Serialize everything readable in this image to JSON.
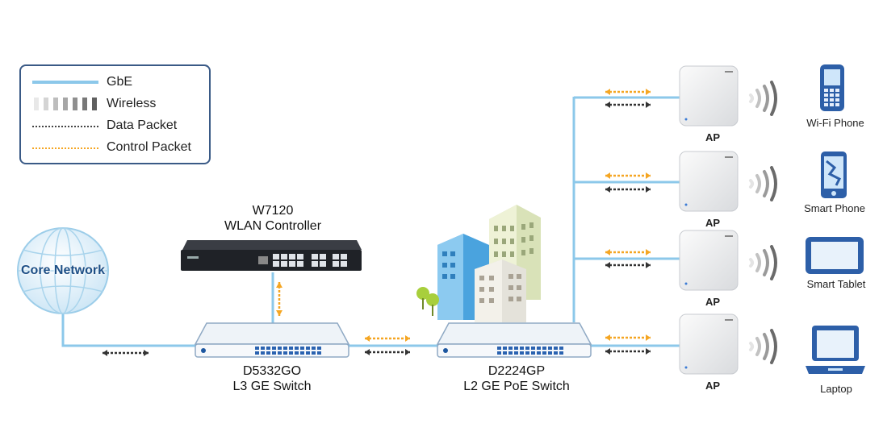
{
  "legend": {
    "items": [
      {
        "label": "GbE"
      },
      {
        "label": "Wireless"
      },
      {
        "label": "Data Packet"
      },
      {
        "label": "Control Packet"
      }
    ]
  },
  "colors": {
    "gbe": "#8cc8ea",
    "control_packet": "#f5a623",
    "data_packet": "#333333",
    "legend_border": "#3a5a86"
  },
  "core_network": {
    "label": "Core Network"
  },
  "controller": {
    "model": "W7120",
    "role": "WLAN Controller"
  },
  "l3_switch": {
    "model": "D5332GO",
    "role": "L3 GE  Switch"
  },
  "l2_switch": {
    "model": "D2224GP",
    "role": "L2 GE  PoE Switch"
  },
  "aps": [
    {
      "label": "AP"
    },
    {
      "label": "AP"
    },
    {
      "label": "AP"
    },
    {
      "label": "AP"
    }
  ],
  "clients": [
    {
      "label": "Wi-Fi Phone",
      "icon": "wifi-phone-icon"
    },
    {
      "label": "Smart Phone",
      "icon": "smart-phone-icon"
    },
    {
      "label": "Smart Tablet",
      "icon": "smart-tablet-icon"
    },
    {
      "label": "Laptop",
      "icon": "laptop-icon"
    }
  ]
}
